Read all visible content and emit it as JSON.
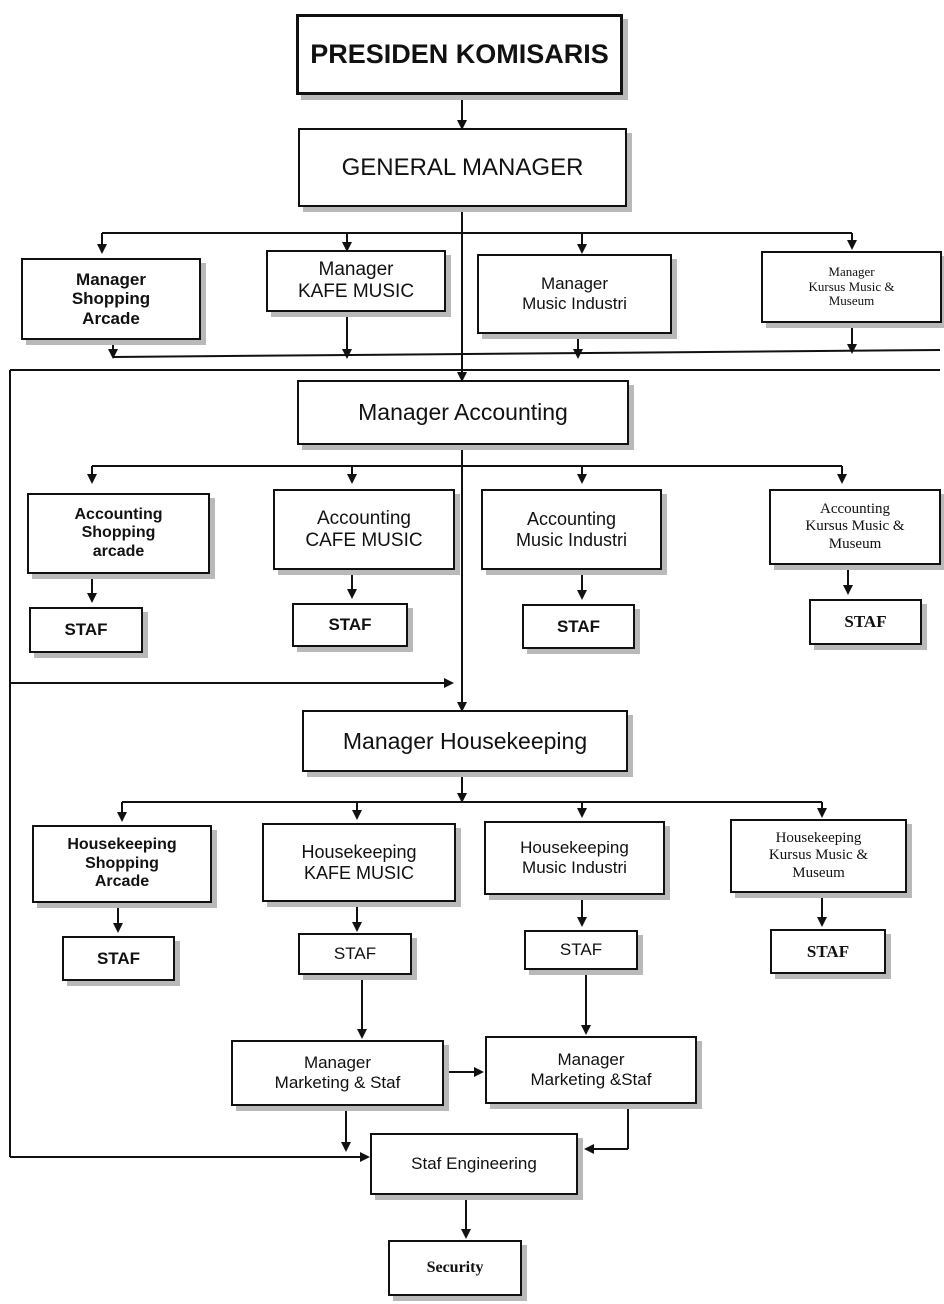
{
  "nodes": {
    "presiden_komisaris": "PRESIDEN KOMISARIS",
    "general_manager": "GENERAL MANAGER",
    "mgr_shopping": "Manager\nShopping\nArcade",
    "mgr_kafe": "Manager\nKAFE MUSIC",
    "mgr_music_industri": "Manager\nMusic Industri",
    "mgr_kursus": "Manager\nKursus Music &\nMuseum",
    "mgr_accounting": "Manager Accounting",
    "acc_shopping": "Accounting\nShopping\narcade",
    "acc_cafe": "Accounting\nCAFE MUSIC",
    "acc_music_industri": "Accounting\nMusic Industri",
    "acc_kursus": "Accounting\nKursus Music &\nMuseum",
    "acc_staf_1": "STAF",
    "acc_staf_2": "STAF",
    "acc_staf_3": "STAF",
    "acc_staf_4": "STAF",
    "mgr_housekeeping": "Manager Housekeeping",
    "hk_shopping": "Housekeeping\nShopping\nArcade",
    "hk_kafe": "Housekeeping\nKAFE MUSIC",
    "hk_music_industri": "Housekeeping\nMusic Industri",
    "hk_kursus": "Housekeeping\nKursus Music &\nMuseum",
    "hk_staf_1": "STAF",
    "hk_staf_2": "STAF",
    "hk_staf_3": "STAF",
    "hk_staf_4": "STAF",
    "mkt_1": "Manager\nMarketing & Staf",
    "mkt_2": "Manager\nMarketing &Staf",
    "staf_engineering": "Staf Engineering",
    "security": "Security"
  }
}
